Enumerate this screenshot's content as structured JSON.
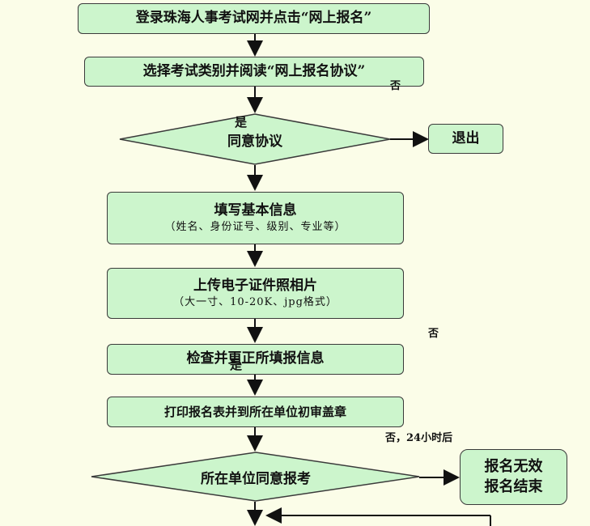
{
  "nodes": {
    "step1": {
      "title": "登录珠海人事考试网并点击“网上报名”"
    },
    "step2": {
      "title": "选择考试类别并阅读“网上报名协议”"
    },
    "decision1": {
      "title": "同意协议"
    },
    "exit": {
      "title": "退出"
    },
    "step3": {
      "title": "填写基本信息",
      "sub": "（姓名、身份证号、级别、专业等）"
    },
    "step4": {
      "title": "上传电子证件照相片",
      "sub": "（大一寸、10-20K、jpg格式）"
    },
    "step5": {
      "title": "检查并更正所填报信息"
    },
    "step6": {
      "title": "打印报名表并到所在单位初审盖章"
    },
    "decision2": {
      "title": "所在单位同意报考"
    },
    "invalid": {
      "line1": "报名无效",
      "line2": "报名结束"
    }
  },
  "labels": {
    "no_1": "否",
    "yes_1": "是",
    "no_2": "否",
    "yes_2": "是",
    "no_24h": "否，24小时后"
  }
}
